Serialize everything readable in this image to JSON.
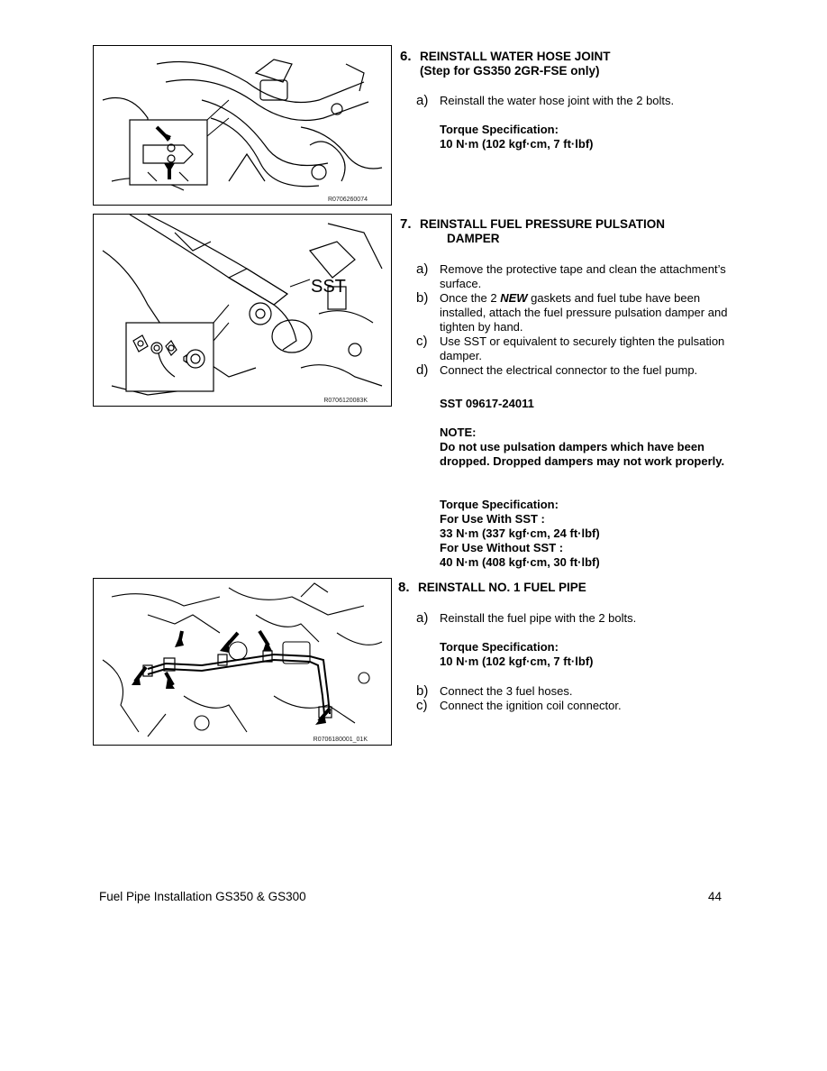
{
  "steps": [
    {
      "number": "6.",
      "title_line1": "REINSTALL WATER HOSE JOINT",
      "title_line2": "(Step for GS350 2GR-FSE only)",
      "figure_code": "R0706260074",
      "substeps": [
        {
          "letter": "a)",
          "text": "Reinstall the water hose joint with the 2 bolts."
        }
      ],
      "torque_label": "Torque Specification:",
      "torque_value": "10 N·m (102 kgf·cm, 7 ft·lbf)"
    },
    {
      "number": "7.",
      "title_line1": "REINSTALL FUEL PRESSURE PULSATION",
      "title_line2": "DAMPER",
      "figure_code": "R0706120083K",
      "figure_label": "SST",
      "substeps": [
        {
          "letter": "a)",
          "text": "Remove the protective tape and clean the attachment’s surface."
        },
        {
          "letter": "b)",
          "text_pre": "Once the 2 ",
          "text_em": "NEW",
          "text_post": " gaskets and fuel tube have been installed, attach the fuel pressure pulsation damper and tighten by hand."
        },
        {
          "letter": "c)",
          "text": "Use SST or equivalent to securely tighten the pulsation damper."
        },
        {
          "letter": "d)",
          "text": "Connect the electrical connector to the fuel pump."
        }
      ],
      "sst": "SST 09617-24011",
      "note_label": "NOTE:",
      "note_text": "Do not use pulsation dampers which have been dropped. Dropped dampers may not work properly.",
      "torque_label": "Torque Specification:",
      "torque_with_label": "For Use With SST :",
      "torque_with_value": "33 N·m (337 kgf·cm, 24 ft·lbf)",
      "torque_without_label": "For Use Without SST :",
      "torque_without_value": "40 N·m (408 kgf·cm, 30 ft·lbf)"
    },
    {
      "number": "8.",
      "title_line1": "REINSTALL NO. 1 FUEL PIPE",
      "figure_code": "R0706180001_01K",
      "substeps": [
        {
          "letter": "a)",
          "text": "Reinstall the fuel pipe with the 2 bolts."
        },
        {
          "letter": "b)",
          "text": "Connect the 3 fuel hoses."
        },
        {
          "letter": "c)",
          "text": "Connect the ignition coil connector."
        }
      ],
      "torque_label": "Torque Specification:",
      "torque_value": "10 N·m (102 kgf·cm, 7 ft·lbf)"
    }
  ],
  "footer": {
    "title": "Fuel Pipe Installation GS350 & GS300",
    "page": "44"
  }
}
